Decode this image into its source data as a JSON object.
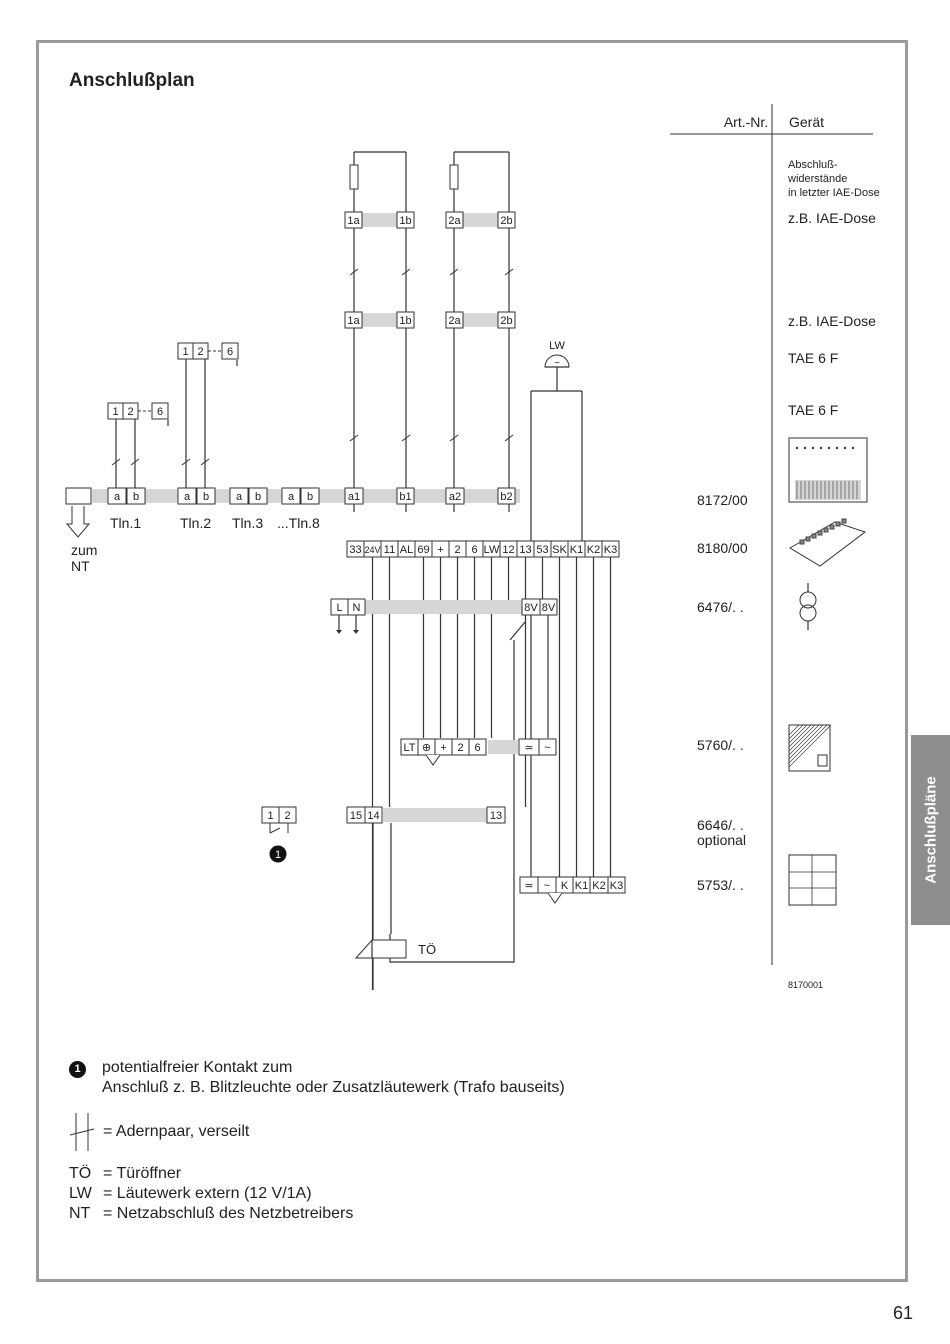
{
  "title": "Anschlußplan",
  "side_tab": "Anschlußpläne",
  "page_number": "61",
  "table": {
    "col_art": "Art.-Nr.",
    "col_device": "Gerät",
    "rows": [
      {
        "art": "",
        "device": "Abschluß-\nwiderstände\nin letzter IAE-Dose"
      },
      {
        "art": "",
        "device": "z.B. IAE-Dose"
      },
      {
        "art": "",
        "device": "z.B. IAE-Dose"
      },
      {
        "art": "",
        "device": "TAE 6 F"
      },
      {
        "art": "",
        "device": "TAE 6 F"
      },
      {
        "art": "8172/00",
        "device": ""
      },
      {
        "art": "8180/00",
        "device": ""
      },
      {
        "art": "6476/. .",
        "device": ""
      },
      {
        "art": "5760/. .",
        "device": ""
      },
      {
        "art": "6646/. .\noptional",
        "device": ""
      },
      {
        "art": "5753/. .",
        "device": ""
      }
    ],
    "ref_number": "8170001"
  },
  "diagram": {
    "terminals_row_top": [
      "1a",
      "1b",
      "2a",
      "2b"
    ],
    "terminals_row_mid": [
      "1a",
      "1b",
      "2a",
      "2b"
    ],
    "tae_upper": [
      "1",
      "2",
      "6"
    ],
    "tae_lower": [
      "1",
      "2",
      "6"
    ],
    "lw_label": "LW",
    "bus_terminals": [
      "a",
      "b",
      "a",
      "b",
      "a",
      "b",
      "a",
      "b",
      "a1",
      "b1",
      "a2",
      "b2"
    ],
    "subscribers": [
      "Tln.1",
      "Tln.2",
      "Tln.3",
      "...Tln.8"
    ],
    "nt_label": "zum\nNT",
    "central_terminals": [
      "33",
      "24V",
      "11",
      "AL",
      "69",
      "+",
      "2",
      "6",
      "LW",
      "12",
      "13",
      "53",
      "SK",
      "K1",
      "K2",
      "K3"
    ],
    "power_terminals": [
      "L",
      "N"
    ],
    "trafo_terminals": [
      "8V",
      "8V"
    ],
    "module_5760": [
      "LT",
      "⊕",
      "+",
      "2",
      "6",
      "≃",
      "~"
    ],
    "contact_terminals": [
      "1",
      "2"
    ],
    "contact_mid": [
      "15",
      "14"
    ],
    "contact_right": "13",
    "module_5753": [
      "≃",
      "~",
      "K",
      "K1",
      "K2",
      "K3"
    ],
    "door_opener": "TÖ",
    "marker": "1"
  },
  "legend": {
    "marker": "1",
    "note_line1": "potentialfreier Kontakt zum",
    "note_line2": "Anschluß z. B. Blitzleuchte oder Zusatzläutewerk (Trafo bauseits)",
    "twisted_pair": "= Adernpaar, verseilt",
    "abbreviations": [
      {
        "abbr": "TÖ",
        "text": "= Türöffner"
      },
      {
        "abbr": "LW",
        "text": "= Läutewerk extern (12 V/1A)"
      },
      {
        "abbr": "NT",
        "text": "= Netzabschluß des Netzbetreibers"
      }
    ]
  },
  "colors": {
    "frame": "#9a9a9a",
    "tab": "#8e8e8e",
    "bar": "#d6d6d6",
    "line": "#333333"
  }
}
